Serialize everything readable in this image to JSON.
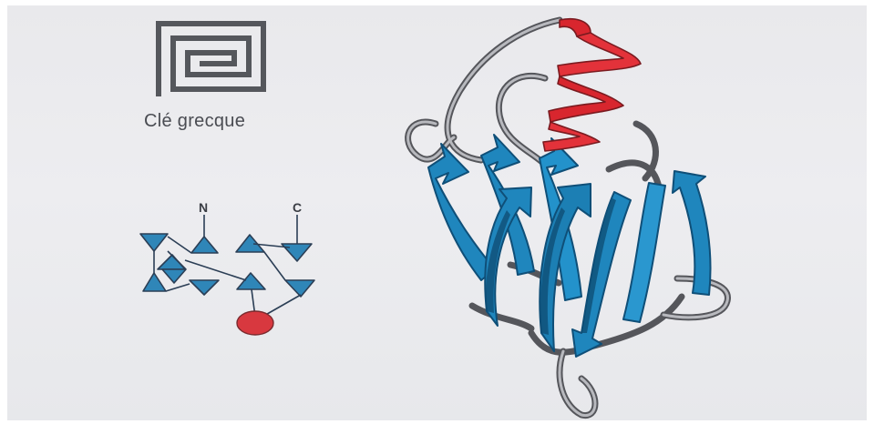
{
  "greek_key": {
    "caption": "Clé grecque",
    "n_terminus_label": "N",
    "c_terminus_label": "C"
  },
  "colors": {
    "strand": "#1f86bd",
    "strand_edge": "#10507a",
    "helix": "#d8262e",
    "loop": "#8a8b90",
    "background": "#ebebee",
    "ink": "#4a4c52"
  }
}
